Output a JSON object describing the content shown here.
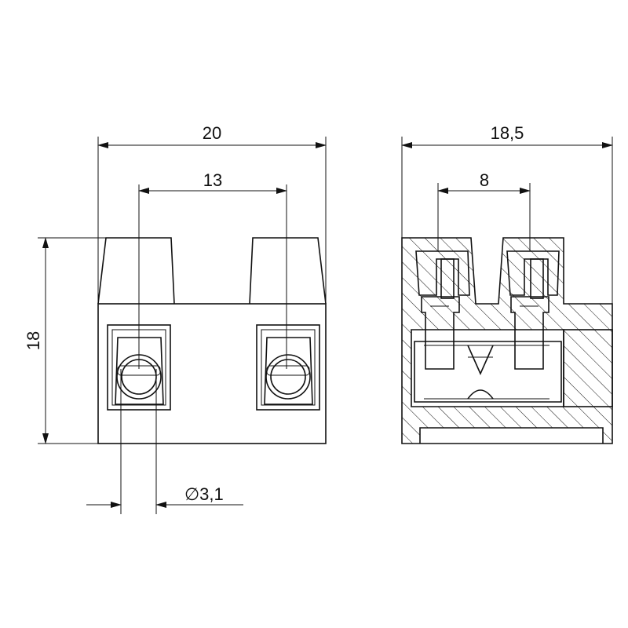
{
  "drawing": {
    "front_view": {
      "width_label": "20",
      "pitch_label": "13",
      "height_label": "18",
      "hole_label": "∅3,1"
    },
    "side_view": {
      "depth_label": "18,5",
      "inner_label": "8"
    },
    "line_color": "#111111",
    "background": "#ffffff"
  }
}
